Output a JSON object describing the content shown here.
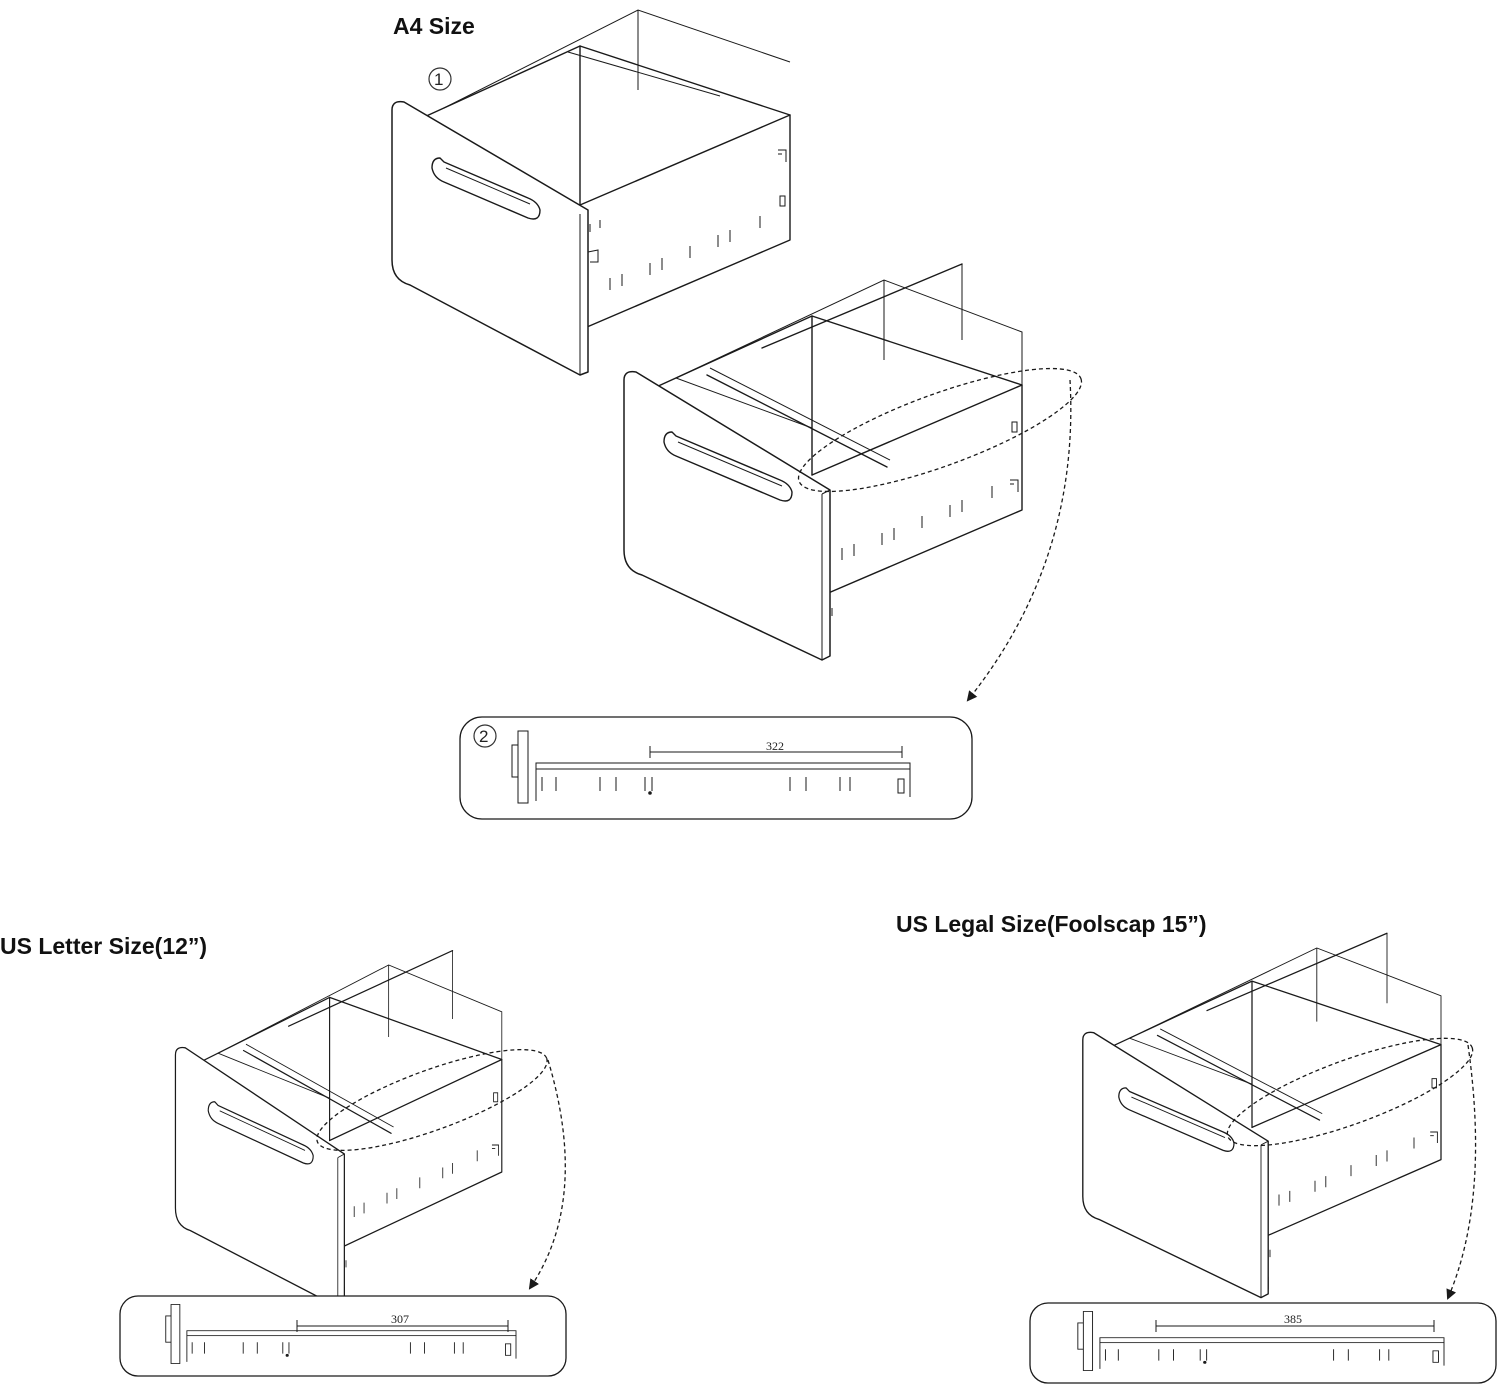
{
  "headings": {
    "a4": "A4 Size",
    "letter": "US Letter Size(12”)",
    "legal": "US Legal Size(Foolscap 15”)"
  },
  "steps": {
    "one": "1",
    "two": "2"
  },
  "dimensions": {
    "a4": "322",
    "letter": "307",
    "legal": "385"
  }
}
